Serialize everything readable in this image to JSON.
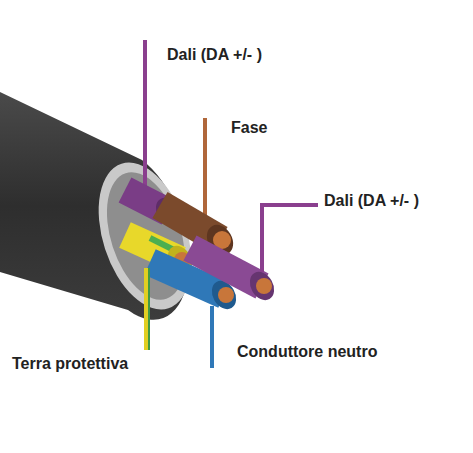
{
  "diagram": {
    "labels": [
      "Dali (DA +/- )",
      "Fase",
      "Dali (DA +/- )",
      "Terra protettiva",
      "Conduttore neutro"
    ]
  }
}
